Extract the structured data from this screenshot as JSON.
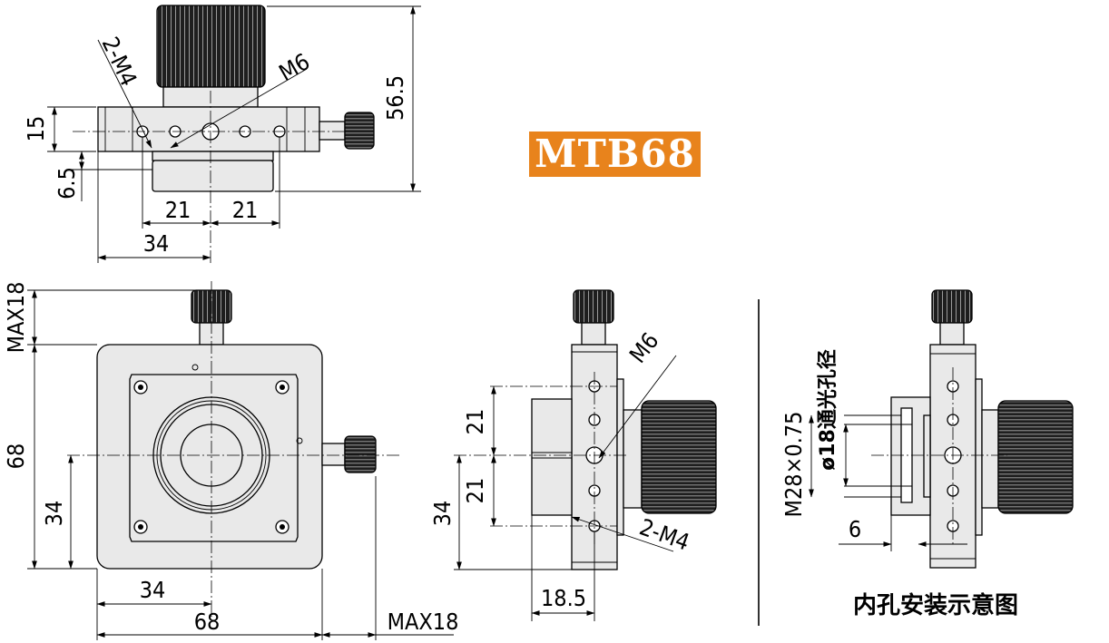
{
  "title": {
    "model": "MTB68",
    "badge_color": "#e8831c"
  },
  "colors": {
    "line": "#000000",
    "body": "#e9e9e9",
    "knurl": "#2a2a2a"
  },
  "top_view": {
    "dims": {
      "hole_label": "2-M4",
      "center_label": "M6",
      "h15": "15",
      "h6_5": "6.5",
      "h56_5": "56.5",
      "w21a": "21",
      "w21b": "21",
      "w34": "34"
    }
  },
  "front_view": {
    "dims": {
      "max_top": "MAX18",
      "h68": "68",
      "h34": "34",
      "w34": "34",
      "w68": "68",
      "max_right": "MAX18"
    }
  },
  "side_view": {
    "dims": {
      "center_label": "M6",
      "h21a": "21",
      "h21b": "21",
      "h34": "34",
      "hole_label": "2-M4",
      "w18_5": "18.5"
    }
  },
  "install_view": {
    "dims": {
      "bore_label": "ø18通光孔径",
      "thread_label": "M28×0.75",
      "depth": "6"
    },
    "caption": "内孔安装示意图"
  }
}
